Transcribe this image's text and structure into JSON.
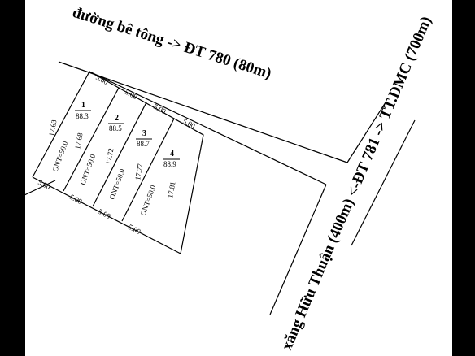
{
  "roads": {
    "top": "đường bê tông -> ĐT 780 (80m)",
    "right": "xăng Hữu Thuận (400m) <-ĐT 781 -> TT.DMC (700m)"
  },
  "lots": [
    {
      "number": "1",
      "area": "88.3",
      "left_side": "17.63",
      "zoning": "ONT=50.0",
      "top": "5.00",
      "bottom": "5.00"
    },
    {
      "number": "2",
      "area": "88.5",
      "left_side": "17.68",
      "zoning": "ONT=50.0",
      "top": "5.00",
      "bottom": "5.00"
    },
    {
      "number": "3",
      "area": "88.7",
      "left_side": "17.72",
      "zoning": "ONT=50.0",
      "top": "5.00",
      "bottom": "5.00"
    },
    {
      "number": "4",
      "area": "88.9",
      "left_side": "17.77",
      "zoning": "ONT=50.0",
      "top": "5.00",
      "bottom": "5.00",
      "right_side": "17.81"
    }
  ]
}
